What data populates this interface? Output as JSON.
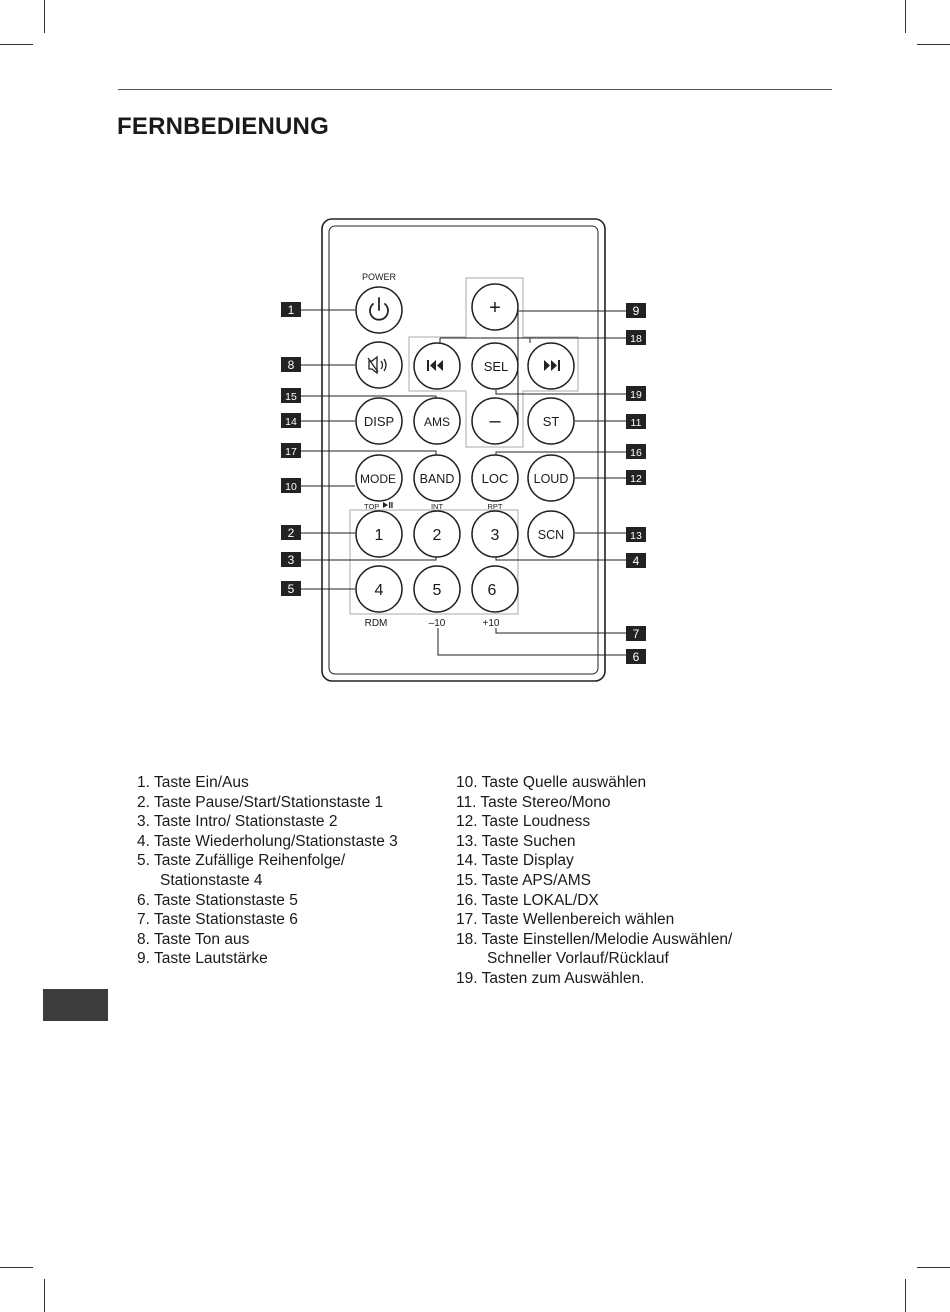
{
  "title": "FERNBEDIENUNG",
  "remote": {
    "power_label": "POWER",
    "buttons": {
      "plus": "+",
      "sel": "SEL",
      "minus": "–",
      "disp": "DISP",
      "ams": "AMS",
      "st": "ST",
      "mode": "MODE",
      "band": "BAND",
      "loc": "LOC",
      "loud": "LOUD",
      "scn": "SCN",
      "n1": "1",
      "n2": "2",
      "n3": "3",
      "n4": "4",
      "n5": "5",
      "n6": "6"
    },
    "sublabels": {
      "top": "TOP",
      "int": "INT",
      "rpt": "RPT",
      "rdm": "RDM",
      "minus10": "–10",
      "plus10": "+10"
    },
    "callouts": {
      "c1": "1",
      "c8": "8",
      "c15": "15",
      "c14": "14",
      "c17": "17",
      "c10": "10",
      "c2": "2",
      "c3": "3",
      "c5": "5",
      "c9": "9",
      "c18": "18",
      "c19": "19",
      "c11": "11",
      "c16": "16",
      "c12": "12",
      "c13": "13",
      "c4": "4",
      "c7": "7",
      "c6": "6"
    }
  },
  "list_left": [
    "1. Taste Ein/Aus",
    "2. Taste Pause/Start/Stationstaste 1",
    "3. Taste Intro/ Stationstaste 2",
    "4. Taste Wiederholung/Stationstaste 3",
    "5. Taste Zufällige Reihenfolge/",
    "Stationstaste 4",
    "6. Taste Stationstaste 5",
    "7. Taste Stationstaste 6",
    "8. Taste Ton aus",
    "9. Taste Lautstärke"
  ],
  "list_right": [
    "10. Taste Quelle auswählen",
    "11. Taste Stereo/Mono",
    "12. Taste Loudness",
    "13. Taste Suchen",
    "14. Taste Display",
    "15. Taste APS/AMS",
    "16. Taste LOKAL/DX",
    "17. Taste Wellenbereich wählen",
    "18. Taste Einstellen/Melodie Auswählen/",
    "Schneller Vorlauf/Rücklauf",
    "19. Tasten zum Auswählen."
  ]
}
